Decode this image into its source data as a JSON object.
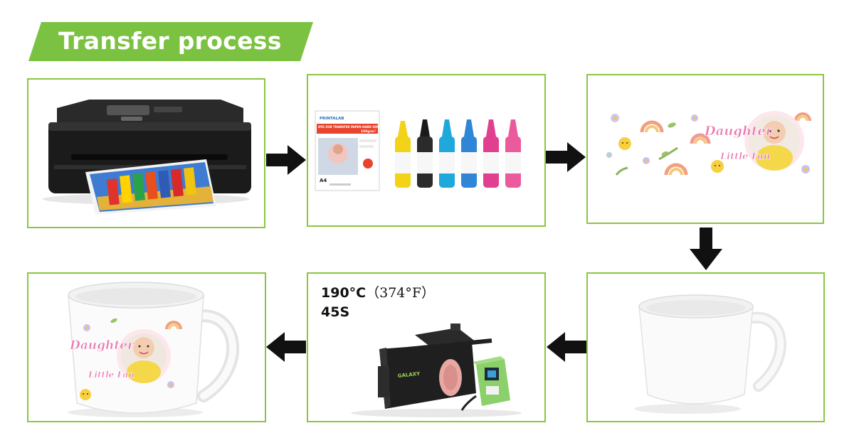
{
  "title": "Transfer process",
  "colors": {
    "accent_green": "#7cc242",
    "border_green": "#8cc63f",
    "arrow": "#111111",
    "ink_yellow": "#f3d21a",
    "ink_black": "#1a1a1a",
    "ink_cyan": "#1fa8dc",
    "ink_blue": "#2f86d6",
    "ink_magenta": "#e13f8f",
    "ink_pink": "#ea5a9c"
  },
  "steps": [
    {
      "name": "printer"
    },
    {
      "name": "paper-and-ink",
      "paper_brand": "PRINTALAB",
      "paper_label": "DYE-SUB TRANSFER PAPER-HARD SERIES",
      "paper_size": "A4",
      "paper_weight": "100g/m²"
    },
    {
      "name": "printed-design",
      "line1": "Daughter",
      "line2": "Little Fan"
    },
    {
      "name": "blank-mug"
    },
    {
      "name": "heat-press",
      "temperature": "190°C",
      "temperature_f": "（374°F）",
      "time": "45S",
      "brand": "GALAXY"
    },
    {
      "name": "finished-mug",
      "line1": "Daughter",
      "line2": "Little Fan"
    }
  ]
}
